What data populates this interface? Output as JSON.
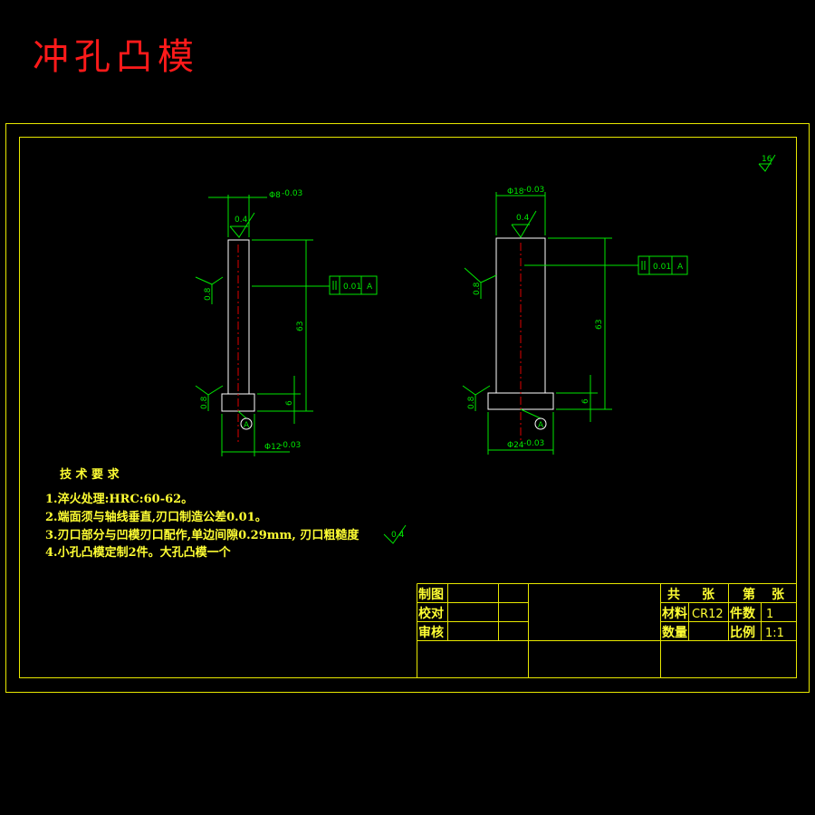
{
  "title": "冲孔凸模",
  "roughness_symbol": "16",
  "left_part": {
    "top_dia": "Φ8",
    "top_dia_tol": "-0.03",
    "bottom_dia": "Φ12",
    "bottom_dia_tol": "-0.03",
    "length": "63",
    "head_height": "6",
    "rough_top": "0.4",
    "rough_side": "0.8",
    "rough_head": "0.8",
    "perp_tolerance": "0.01",
    "datum": "A"
  },
  "right_part": {
    "top_dia": "Φ18",
    "top_dia_tol": "-0.03",
    "bottom_dia": "Φ24",
    "bottom_dia_tol": "-0.03",
    "length": "63",
    "head_height": "6",
    "rough_top": "0.4",
    "rough_side": "0.8",
    "rough_head": "0.8",
    "perp_tolerance": "0.01",
    "datum": "A"
  },
  "notes": {
    "heading": "技 术 要 求",
    "items": [
      "1.淬火处理:HRC:60-62。",
      "2.端面须与轴线垂直,刃口制造公差0.01。",
      "3.刃口部分与凹模刃口配作,单边间隙0.29mm, 刃口粗糙度",
      "4.小孔凸模定制2件。大孔凸模一个"
    ],
    "roughness_value": "0.4"
  },
  "title_block": {
    "draw": "制图",
    "check": "校对",
    "review": "审核",
    "total": "共",
    "sheets": "张",
    "page": "第",
    "page_sheets": "张",
    "material_label": "材料",
    "material": "CR12",
    "qty_label": "件数",
    "qty": "1",
    "count_label": "数量",
    "scale_label": "比例",
    "scale": "1:1"
  }
}
